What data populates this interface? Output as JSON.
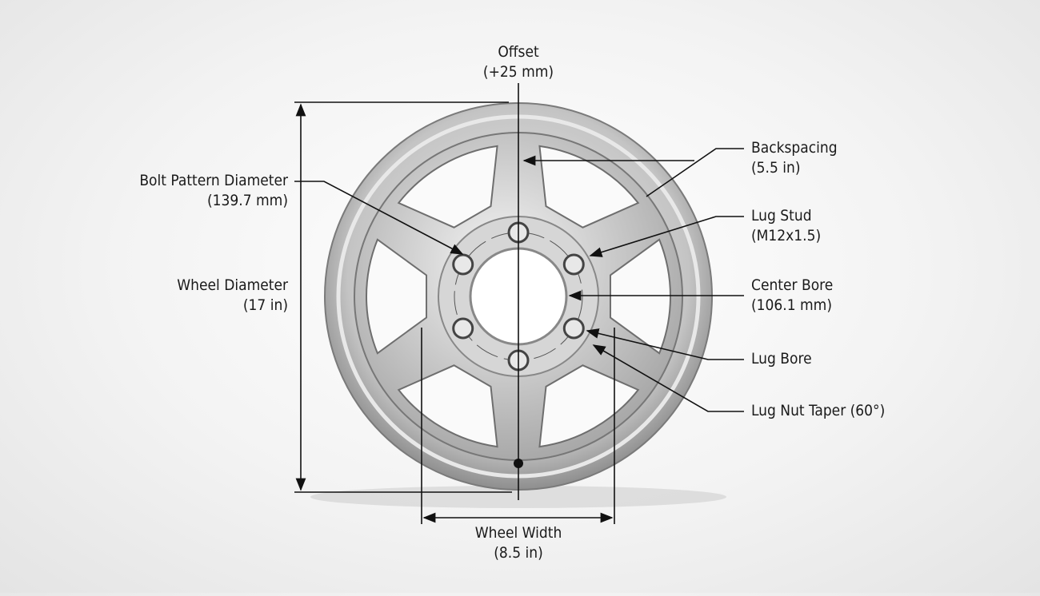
{
  "labels": {
    "offset": {
      "name": "Offset",
      "value": "(+25 mm)"
    },
    "bolt_pattern": {
      "name": "Bolt Pattern Diameter",
      "value": "(139.7 mm)"
    },
    "wheel_diameter": {
      "name": "Wheel Diameter",
      "value": "(17 in)"
    },
    "backspacing": {
      "name": "Backspacing",
      "value": "(5.5 in)"
    },
    "lug_stud": {
      "name": "Lug Stud",
      "value": "(M12x1.5)"
    },
    "center_bore": {
      "name": "Center Bore",
      "value": "(106.1 mm)"
    },
    "lug_bore": {
      "name": "Lug Bore"
    },
    "lug_nut_taper": {
      "name": "Lug Nut Taper (60°)"
    },
    "wheel_width": {
      "name": "Wheel Width",
      "value": "(8.5 in)"
    }
  },
  "wheel": {
    "spokes": 6,
    "lug_count": 6,
    "finish_color": "#b8b8b8",
    "line_color": "#111111"
  }
}
